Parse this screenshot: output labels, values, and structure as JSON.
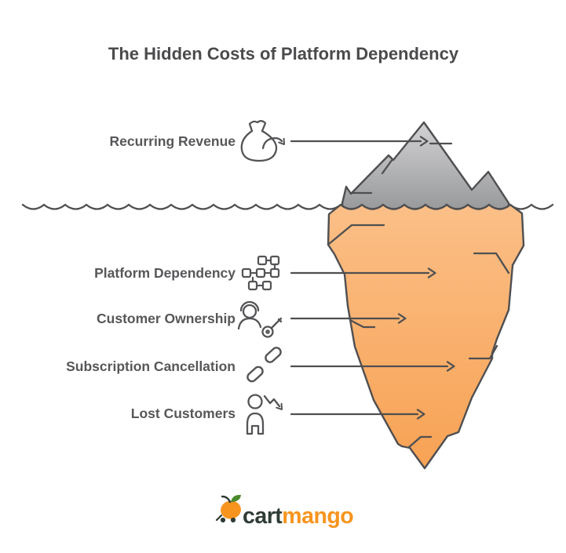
{
  "title": "The Hidden Costs of Platform Dependency",
  "iceberg": {
    "above_waterline": [
      {
        "label": "Recurring Revenue",
        "icon": "money-bag-refresh-icon"
      }
    ],
    "below_waterline": [
      {
        "label": "Platform Dependency",
        "icon": "org-chart-icon"
      },
      {
        "label": "Customer Ownership",
        "icon": "person-key-icon"
      },
      {
        "label": "Subscription Cancellation",
        "icon": "broken-chain-icon"
      },
      {
        "label": "Lost Customers",
        "icon": "person-decline-icon"
      }
    ]
  },
  "logo": {
    "text_dark": "cart",
    "text_orange": "mango",
    "icon": "mango-cart-icon"
  },
  "colors": {
    "iceberg_above_top": "#d2d2d4",
    "iceberg_above_bottom": "#98999b",
    "iceberg_below_top": "#fbbf87",
    "iceberg_below_bottom": "#f8a254",
    "outline": "#4f4f51",
    "label_text": "#57575a",
    "title_text": "#4b4b4d",
    "logo_dark": "#2f3c35",
    "logo_orange": "#f7941e",
    "leaf_green": "#4c8a2e"
  }
}
